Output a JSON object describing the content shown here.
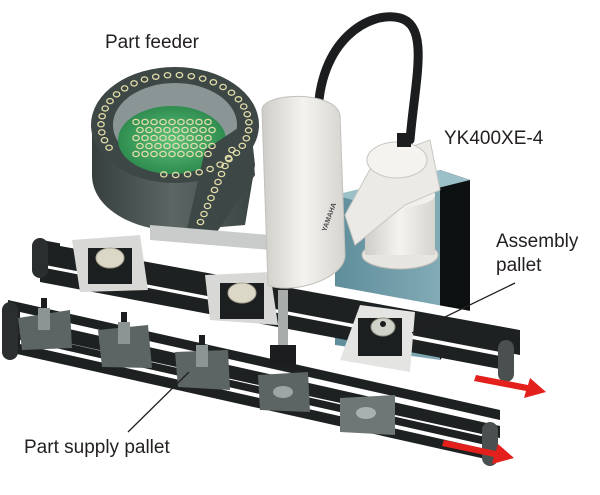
{
  "diagram": {
    "subject": "Robot assembly cell with part feeder and pallet conveyors",
    "labels": {
      "part_feeder": "Part feeder",
      "robot_model": "YK400XE-4",
      "assembly_pallet_line1": "Assembly",
      "assembly_pallet_line2": "pallet",
      "part_supply_pallet": "Part supply pallet"
    },
    "robot_brand_mark": "YAMAHA",
    "flow_direction": "right",
    "components": [
      {
        "name": "Part feeder",
        "type": "vibratory bowl feeder"
      },
      {
        "name": "YK400XE-4",
        "type": "SCARA robot"
      },
      {
        "name": "Assembly pallet",
        "type": "pallet on upper conveyor"
      },
      {
        "name": "Part supply pallet",
        "type": "pallet on lower conveyor"
      }
    ],
    "colors": {
      "text": "#231f20",
      "arrow": "#e3201b",
      "robot_body": "#e9e8e4",
      "base_block": "#6c9aa6",
      "feeder": "#3f4a4a",
      "feeder_parts_bed": "#3fa862",
      "conveyor_belt": "#1d2121",
      "pallet_light": "#d8d9d6",
      "pallet_dark": "#5d6464"
    }
  }
}
